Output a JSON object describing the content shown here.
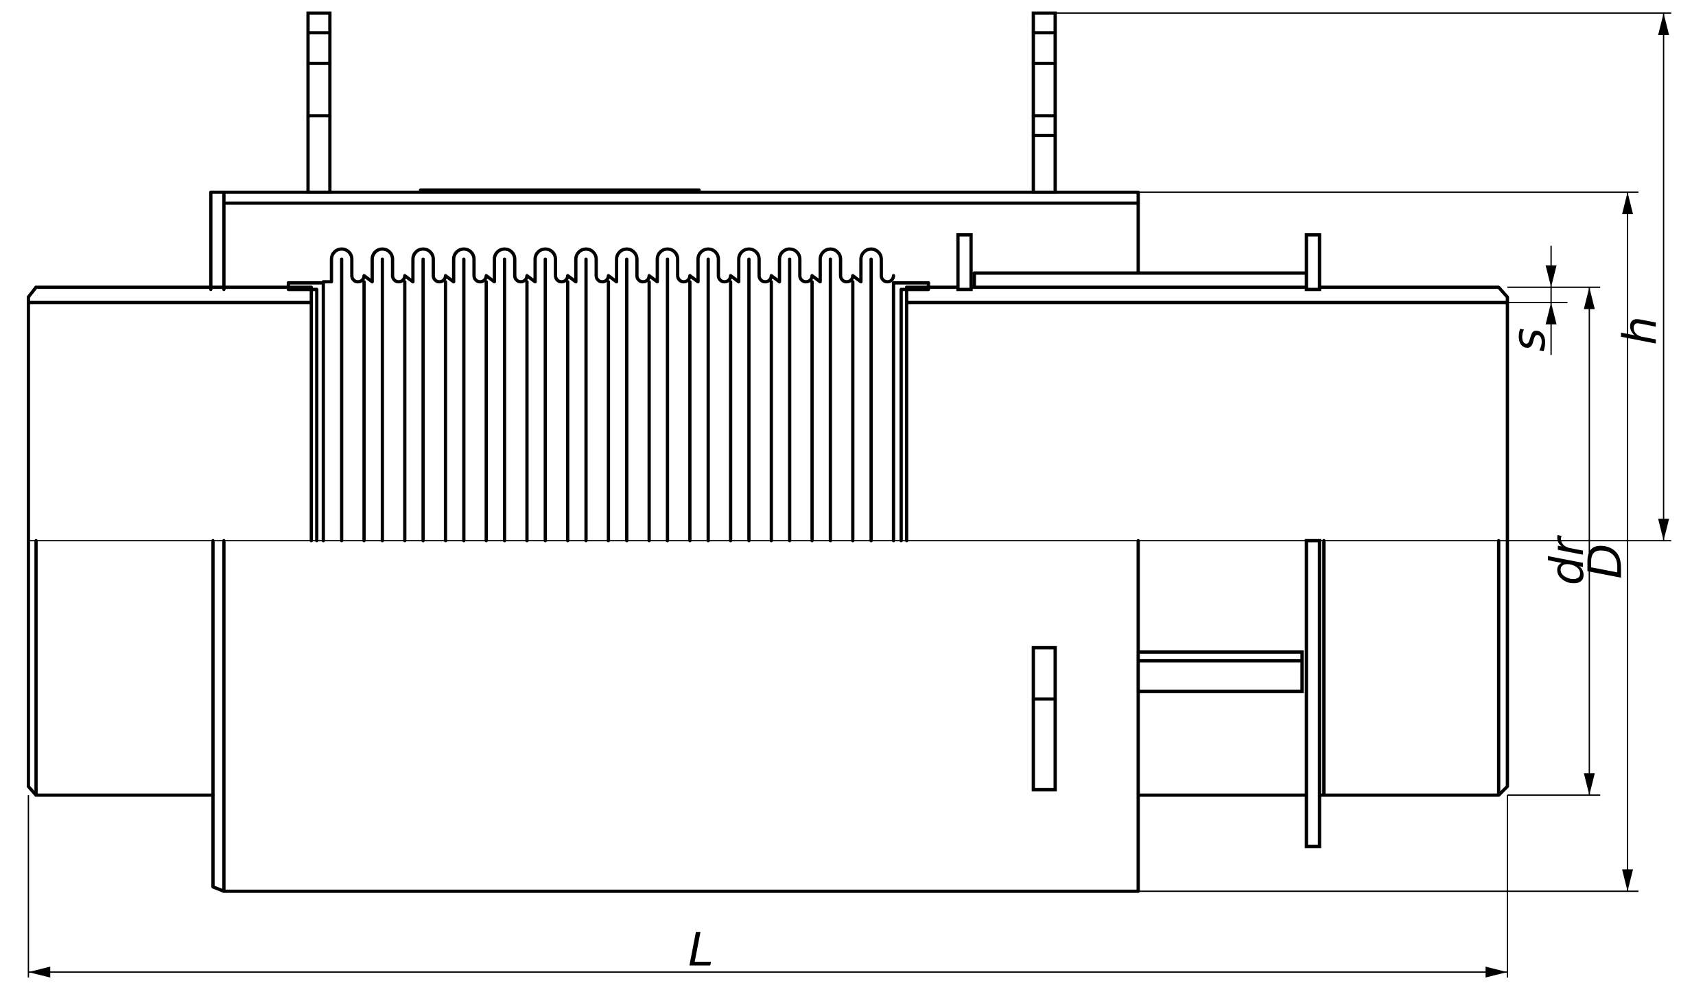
{
  "drawing": {
    "title": "",
    "dimension_labels": {
      "length": "L",
      "height": "h",
      "wall": "s",
      "inner_diameter": "dr",
      "outer_diameter": "D"
    },
    "bellows_convolutions": 14
  }
}
